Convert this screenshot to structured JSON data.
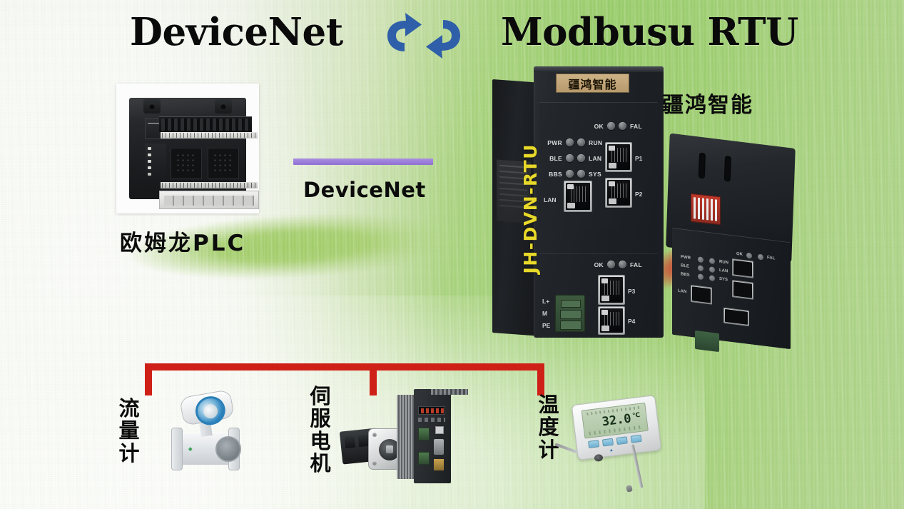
{
  "header": {
    "left_protocol": "DeviceNet",
    "sync_icon": "bidirectional-sync-arrows-icon",
    "right_protocol": "Modbusu RTU"
  },
  "left_side": {
    "plc_label": "欧姆龙PLC",
    "plc_device": "omron-plc-photo"
  },
  "link": {
    "protocol_label": "DeviceNet",
    "line_color": "#9f85db"
  },
  "gateway": {
    "brand_plate": "疆鸿智能",
    "model": "JH-DVN-RTU",
    "model_color": "#e8d82a",
    "leds": [
      {
        "left": "PWR",
        "right": "RUN"
      },
      {
        "left": "BLE",
        "right": "LAN"
      },
      {
        "left": "BBS",
        "right": "SYS"
      }
    ],
    "status_leds_top": {
      "ok": "OK",
      "fal": "FAL"
    },
    "status_leds_bottom": {
      "ok": "OK",
      "fal": "FAL"
    },
    "ports": {
      "p1": "P1",
      "p2": "P2",
      "p3": "P3",
      "p4": "P4",
      "lan": "LAN"
    },
    "terminals": [
      "L+",
      "M",
      "PE"
    ]
  },
  "right_side": {
    "brand_label": "疆鸿智能",
    "second_unit": "angled-gateway-unit"
  },
  "fieldbus": {
    "color": "#cf2018",
    "drop_count": 3
  },
  "devices": [
    {
      "label": "流量计",
      "name": "flow-meter"
    },
    {
      "label": "伺服电机",
      "name": "servo-motor"
    },
    {
      "label": "温度计",
      "name": "thermometer"
    }
  ],
  "thermometer": {
    "value": "32.0",
    "unit": "℃"
  }
}
